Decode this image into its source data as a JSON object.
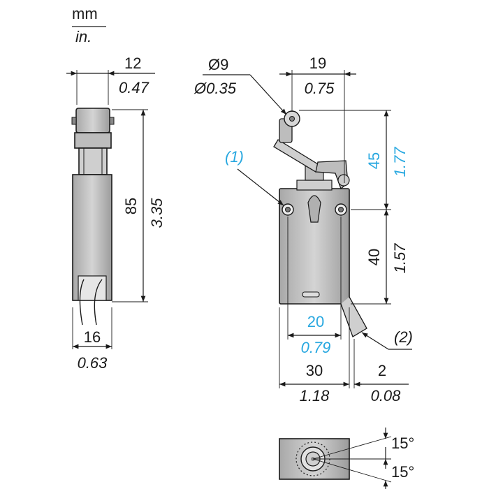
{
  "units": {
    "primary": "mm",
    "secondary": "in."
  },
  "side_view": {
    "width_top": {
      "mm": "12",
      "in": "0.47"
    },
    "height": {
      "mm": "85",
      "in": "3.35"
    },
    "width_bottom": {
      "mm": "16",
      "in": "0.63"
    }
  },
  "front_view": {
    "roller_diameter": {
      "mm": "Ø9",
      "in": "Ø0.35"
    },
    "roller_offset": {
      "mm": "19",
      "in": "0.75"
    },
    "lever_height": {
      "mm": "45",
      "in": "1.77"
    },
    "body_height": {
      "mm": "40",
      "in": "1.57"
    },
    "hole_spacing": {
      "mm": "20",
      "in": "0.79"
    },
    "body_width": {
      "mm": "30",
      "in": "1.18"
    },
    "cable_offset": {
      "mm": "2",
      "in": "0.08"
    },
    "callout_1": "(1)",
    "callout_2": "(2)"
  },
  "top_view": {
    "angle_upper": "15°",
    "angle_lower": "15°"
  },
  "colors": {
    "ink": "#1a1a1a",
    "accent_blue": "#29a8e0",
    "body_fill": "#c8c8c8"
  }
}
